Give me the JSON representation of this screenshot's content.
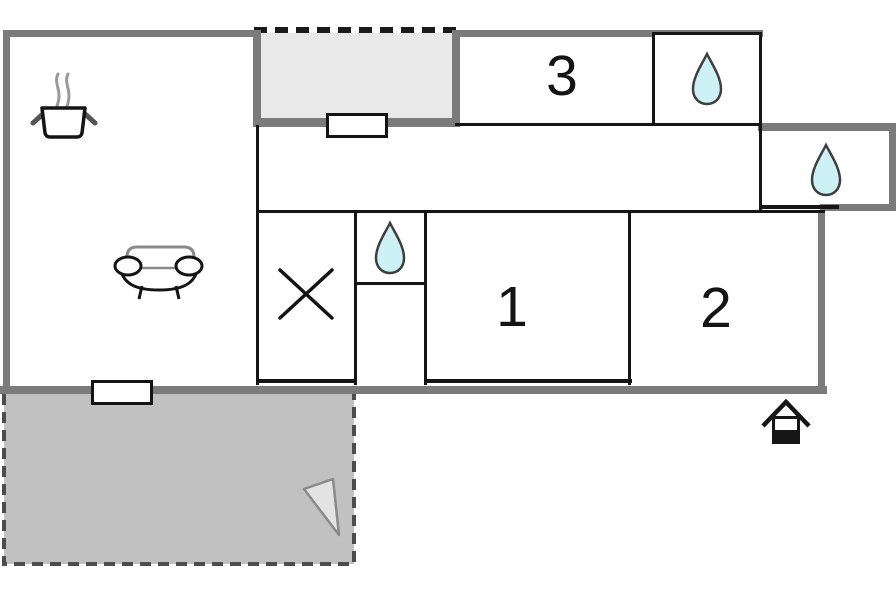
{
  "title": "floor-plan",
  "rooms": [
    {
      "id": "bedroom-3",
      "label": "3"
    },
    {
      "id": "bedroom-1",
      "label": "1"
    },
    {
      "id": "bedroom-2",
      "label": "2"
    }
  ],
  "icons": [
    "cooking-pot-icon",
    "steam-icon",
    "sofa-icon",
    "cross-mark-icon",
    "water-drop-icon",
    "water-drop-icon",
    "water-drop-icon",
    "north-arrow-icon",
    "sauna-house-icon",
    "window",
    "window"
  ],
  "colors": {
    "exterior_wall": "#7b7b7b",
    "interior_wall": "#151515",
    "terrace_top_fill": "#e9e9e9",
    "terrace_bottom_fill": "#c1c1c1",
    "water_drop_fill": "#cdf2f6",
    "water_drop_stroke": "#3f3f3f",
    "north_arrow_fill": "#e3e3e3",
    "background": "#ffffff"
  }
}
